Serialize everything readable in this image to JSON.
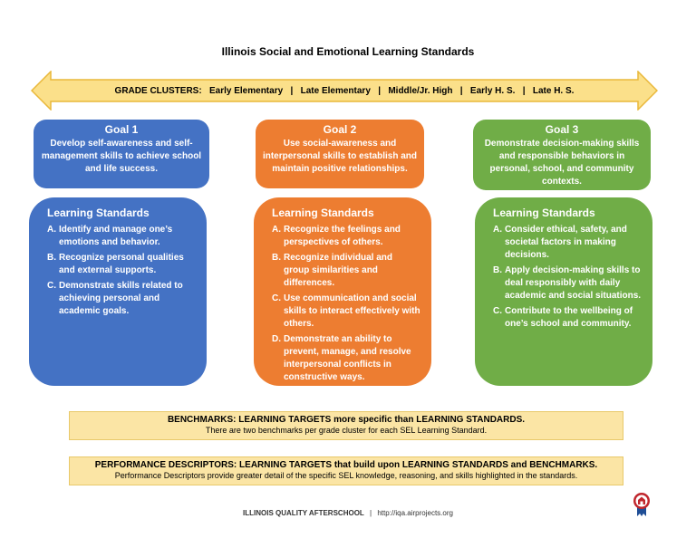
{
  "title": "Illinois Social and Emotional Learning Standards",
  "grade_clusters": "GRADE CLUSTERS:   Early Elementary   |   Late Elementary   |   Middle/Jr. High   |   Early H. S.   |   Late H. S.",
  "goals": [
    {
      "title": "Goal 1",
      "text": "Develop self-awareness and self-management skills to achieve school and life success.",
      "color": "#4472c4"
    },
    {
      "title": "Goal 2",
      "text": "Use social-awareness and interpersonal skills to establish and maintain positive relationships.",
      "color": "#ed7d31"
    },
    {
      "title": "Goal 3",
      "text": "Demonstrate decision-making skills and responsible behaviors in personal, school, and community contexts.",
      "color": "#70ad47"
    }
  ],
  "standards": [
    {
      "title": "Learning Standards",
      "items": [
        {
          "letter": "A.",
          "text": "Identify and manage one’s emotions and behavior."
        },
        {
          "letter": "B.",
          "text": "Recognize personal qualities and external supports."
        },
        {
          "letter": "C.",
          "text": "Demonstrate skills related to achieving personal and academic goals."
        }
      ]
    },
    {
      "title": "Learning Standards",
      "items": [
        {
          "letter": "A.",
          "text": "Recognize the feelings and perspectives of others."
        },
        {
          "letter": "B.",
          "text": "Recognize individual and group similarities and differences."
        },
        {
          "letter": "C.",
          "text": "Use communication and social skills to interact effectively with others."
        },
        {
          "letter": "D.",
          "text": "Demonstrate an ability to prevent, manage, and resolve interpersonal conflicts in constructive ways."
        }
      ]
    },
    {
      "title": "Learning Standards",
      "items": [
        {
          "letter": "A.",
          "text": "Consider ethical, safety, and societal factors in making decisions."
        },
        {
          "letter": "B.",
          "text": "Apply decision-making skills to deal responsibly with daily academic and social situations."
        },
        {
          "letter": "C.",
          "text": "Contribute to the wellbeing of one’s school and community."
        }
      ]
    }
  ],
  "benchmarks": {
    "heading": "BENCHMARKS: LEARNING TARGETS more specific than LEARNING STANDARDS.",
    "text": "There are two benchmarks per grade cluster for each SEL Learning Standard."
  },
  "performance": {
    "heading": "PERFORMANCE DESCRIPTORS: LEARNING TARGETS that build upon LEARNING STANDARDS and BENCHMARKS.",
    "text": "Performance Descriptors provide greater detail of the specific SEL knowledge, reasoning, and skills highlighted in the standards."
  },
  "footer": {
    "org": "ILLINOIS QUALITY AFTERSCHOOL",
    "separator": "|",
    "url": "http://iqa.airprojects.org"
  },
  "colors": {
    "arrow": "#fbe08a",
    "arrow_outline": "#e9b83a",
    "band": "#fbe5a5"
  }
}
